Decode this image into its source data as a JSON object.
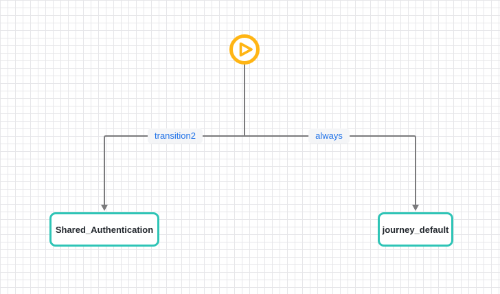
{
  "canvas": {
    "background": "#ffffff",
    "grid_color": "#e6e6e9"
  },
  "start_node": {
    "icon": "play-icon",
    "color": "#ffb514"
  },
  "edges": [
    {
      "label": "transition2",
      "label_color": "#2173e8",
      "line_color": "#7a7a7c"
    },
    {
      "label": "always",
      "label_color": "#2173e8",
      "line_color": "#7a7a7c"
    }
  ],
  "nodes": [
    {
      "label": "Shared_Authentication",
      "border_color": "#2ec4b6"
    },
    {
      "label": "journey_default",
      "border_color": "#2ec4b6"
    }
  ]
}
